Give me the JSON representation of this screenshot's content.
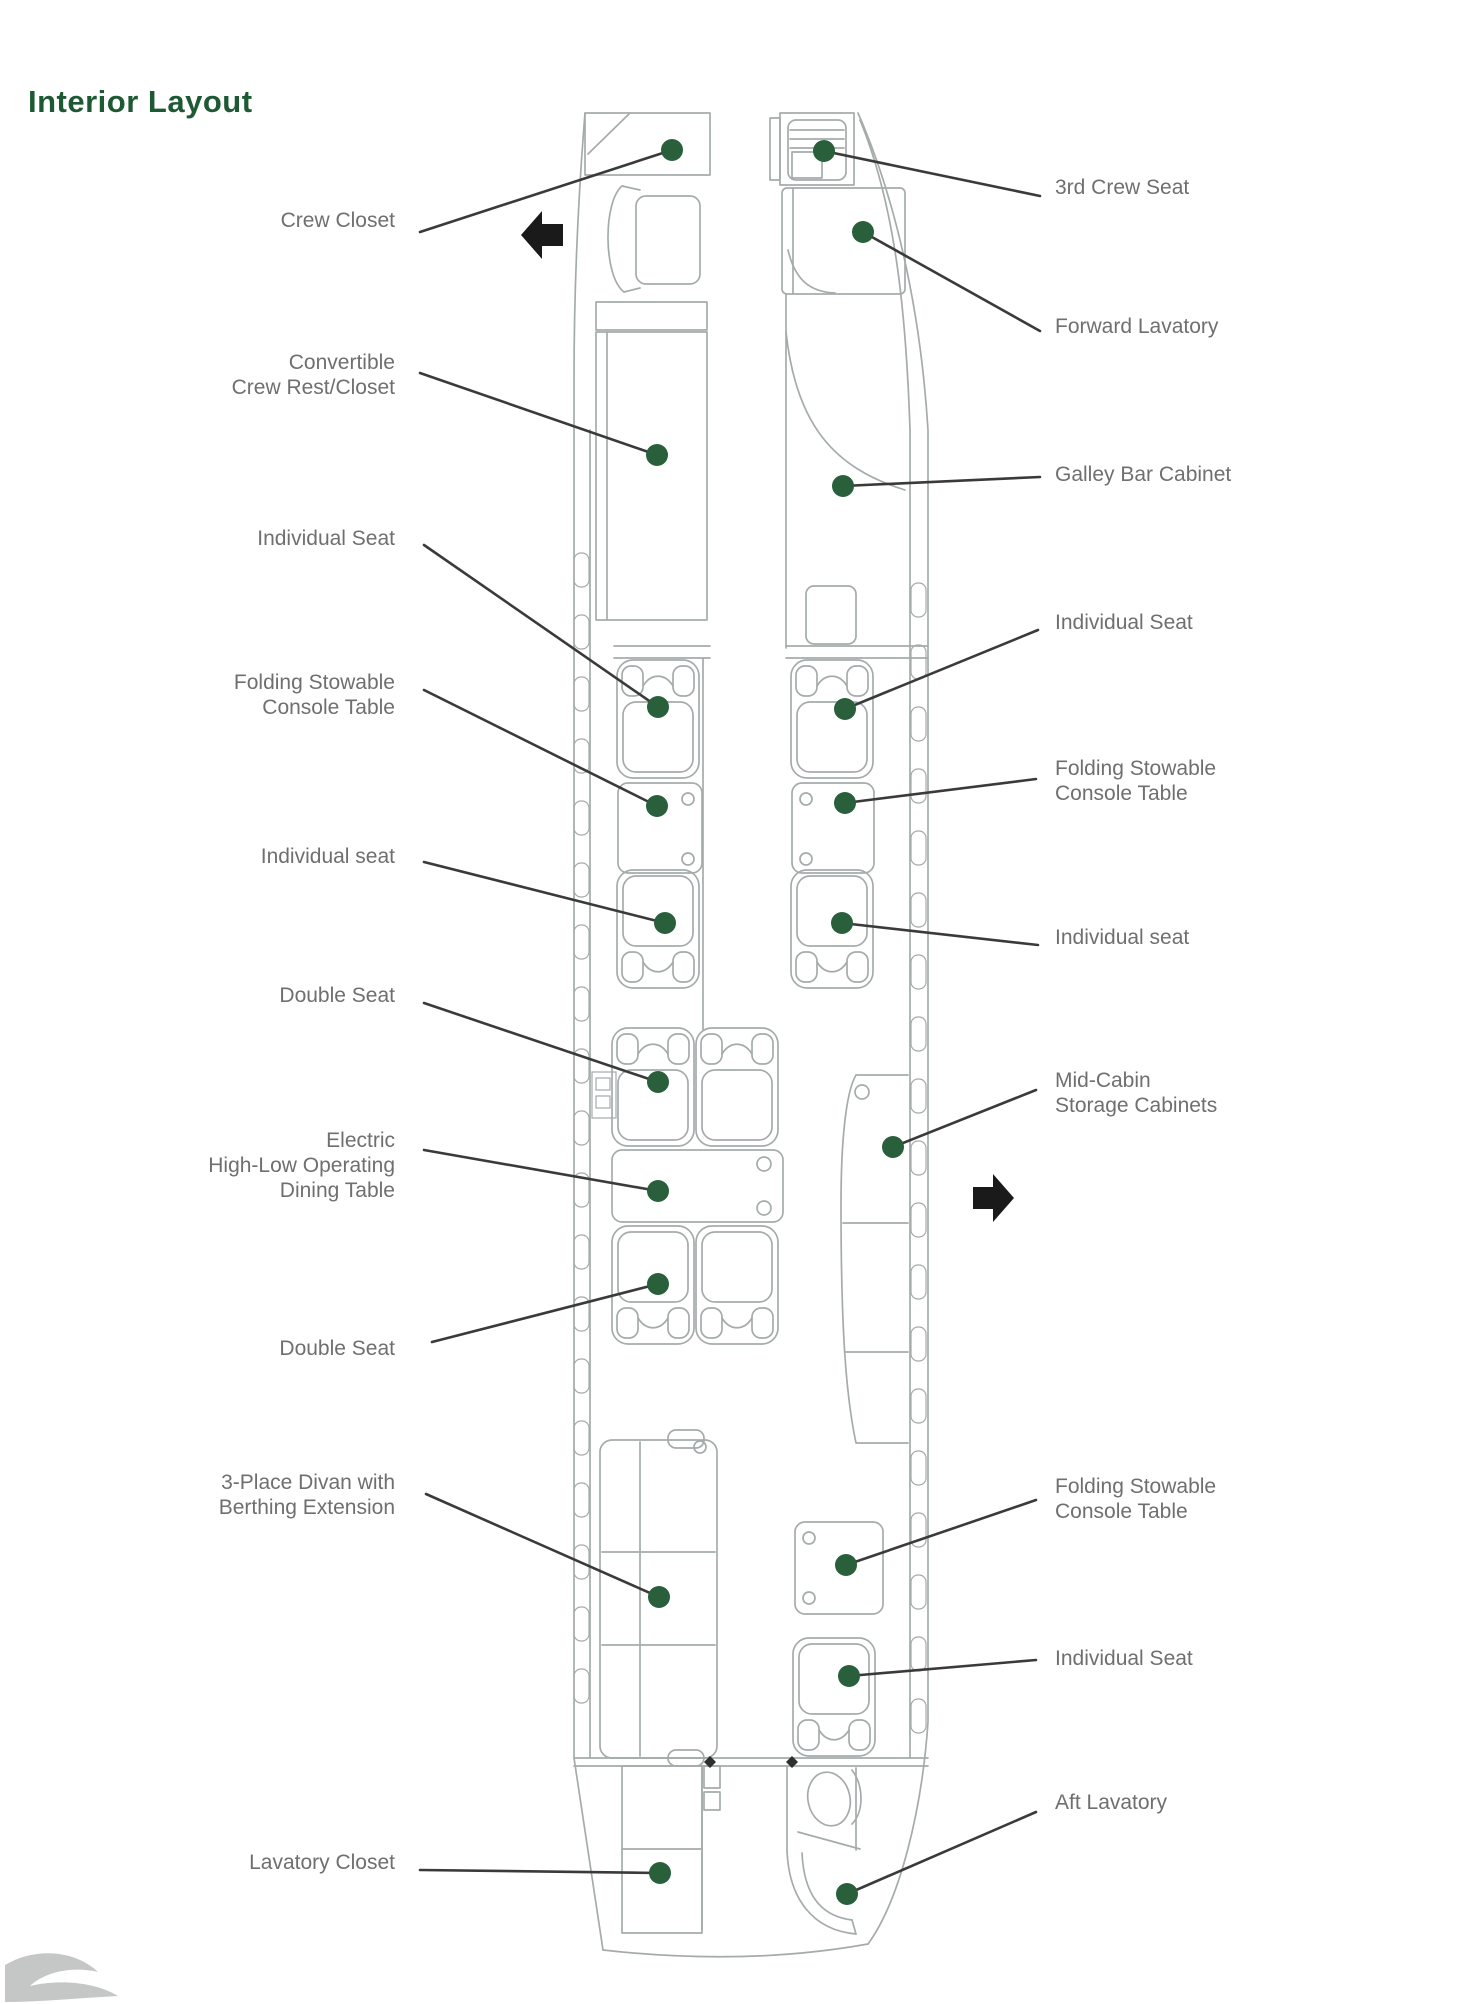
{
  "title": "Interior Layout",
  "colors": {
    "title_green": "#1d5a33",
    "marker_green": "#2a5f3b",
    "outline_gray": "#a5abab",
    "leader_dark": "#3a3a3a",
    "label_gray": "#6f6f6f",
    "arrow_black": "#1a1a1a",
    "page_bg": "#ffffff"
  },
  "icons": {
    "forward_arrow": "left-block-arrow",
    "aft_arrow": "right-block-arrow"
  },
  "diagram": {
    "callouts_left": [
      {
        "id": "crew-closet",
        "text": "Crew Closet"
      },
      {
        "id": "convertible-crew-rest-closet",
        "text": "Convertible\nCrew Rest/Closet"
      },
      {
        "id": "individual-seat-fwd-left",
        "text": "Individual Seat"
      },
      {
        "id": "folding-stowable-console-table-left",
        "text": "Folding Stowable\nConsole Table"
      },
      {
        "id": "individual-seat-mid-left",
        "text": "Individual seat"
      },
      {
        "id": "double-seat-fwd",
        "text": "Double Seat"
      },
      {
        "id": "electric-high-low-dining-table",
        "text": "Electric\nHigh-Low Operating\nDining Table"
      },
      {
        "id": "double-seat-aft",
        "text": "Double Seat"
      },
      {
        "id": "three-place-divan",
        "text": "3-Place Divan with\nBerthing Extension"
      },
      {
        "id": "lavatory-closet",
        "text": "Lavatory Closet"
      }
    ],
    "callouts_right": [
      {
        "id": "third-crew-seat",
        "text": "3rd Crew Seat"
      },
      {
        "id": "forward-lavatory",
        "text": "Forward Lavatory"
      },
      {
        "id": "galley-bar-cabinet",
        "text": "Galley Bar Cabinet"
      },
      {
        "id": "individual-seat-fwd-right",
        "text": "Individual Seat"
      },
      {
        "id": "folding-stowable-console-table-right-fwd",
        "text": "Folding Stowable\nConsole Table"
      },
      {
        "id": "individual-seat-mid-right",
        "text": "Individual seat"
      },
      {
        "id": "mid-cabin-storage-cabinets",
        "text": "Mid-Cabin\nStorage Cabinets"
      },
      {
        "id": "folding-stowable-console-table-right-aft",
        "text": "Folding Stowable\nConsole Table"
      },
      {
        "id": "individual-seat-aft-right",
        "text": "Individual Seat"
      },
      {
        "id": "aft-lavatory",
        "text": "Aft Lavatory"
      }
    ]
  }
}
